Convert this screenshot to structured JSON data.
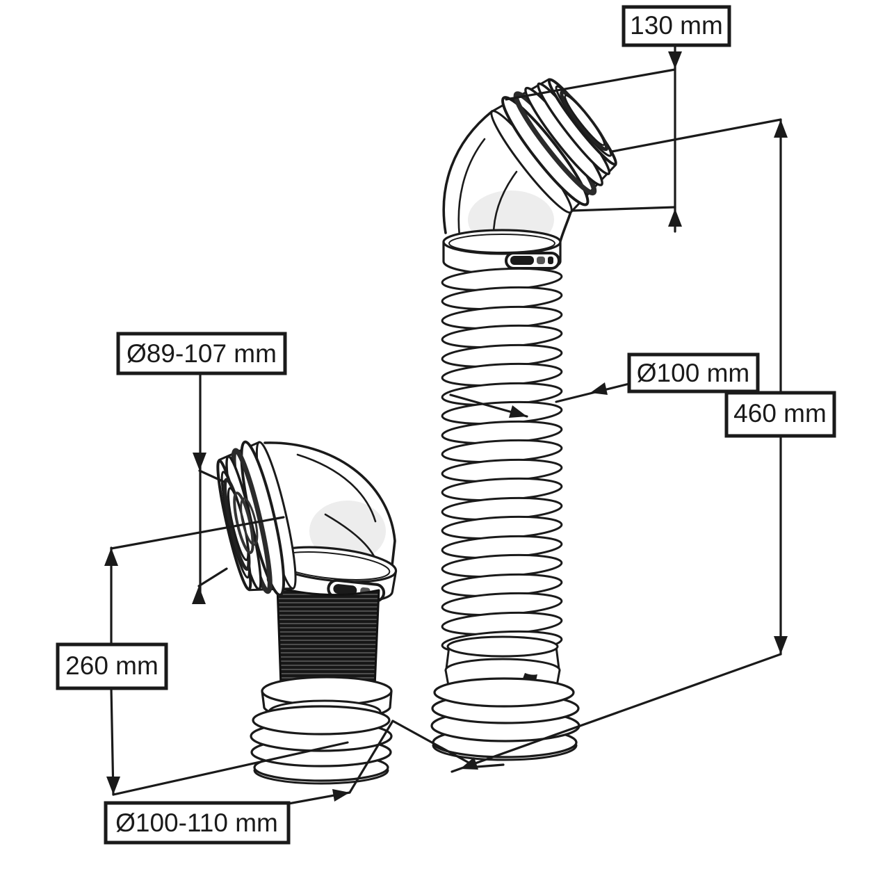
{
  "diagram": {
    "title": "Flexible WC pan connector technical drawing with dimensions",
    "colors": {
      "line": "#1a1a1a",
      "background": "#ffffff",
      "sleeve": "#171717",
      "shade": "#ededed"
    },
    "large_connector": {
      "elbow_length_label": "130 mm",
      "pipe_diameter_label": "Ø100 mm",
      "total_height_label": "460 mm"
    },
    "small_connector": {
      "inlet_diameter_label": "Ø89-107 mm",
      "height_label": "260 mm",
      "outlet_diameter_label": "Ø100-110 mm"
    }
  }
}
